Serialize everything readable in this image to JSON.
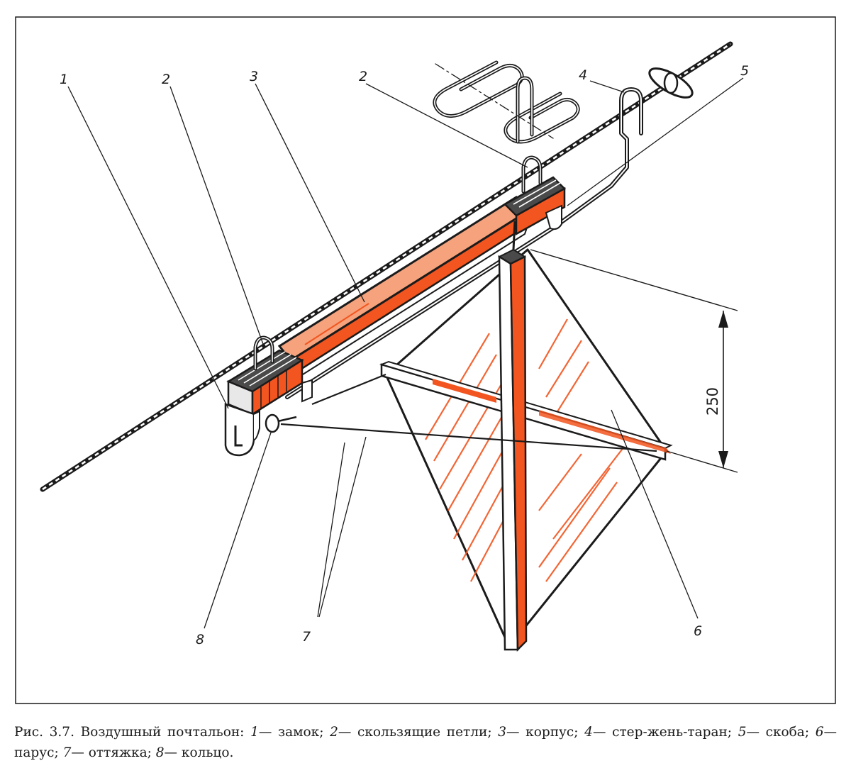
{
  "figure": {
    "callouts": {
      "c1": "1",
      "c2a": "2",
      "c3": "3",
      "c2b": "2",
      "c4": "4",
      "c5": "5",
      "c6": "6",
      "c7": "7",
      "c8": "8"
    },
    "dimension": "250",
    "colors": {
      "ink": "#1b1b1b",
      "accent": "#f2551f",
      "accent_light": "#f6a27c",
      "paper": "#ffffff"
    }
  },
  "caption": {
    "prefix": "Рис. 3.7. Воздушный почтальон: ",
    "items": [
      {
        "num": "1",
        "text": "— замок; "
      },
      {
        "num": "2",
        "text": "— скользящие петли; "
      },
      {
        "num": "3",
        "text": "— корпус; "
      },
      {
        "num": "4",
        "text": "— стер-жень-таран; "
      },
      {
        "num": "5",
        "text": "— скоба; "
      },
      {
        "num": "6",
        "text": "— парус; "
      },
      {
        "num": "7",
        "text": "— оттяжка; "
      },
      {
        "num": "8",
        "text": "— кольцо."
      }
    ]
  }
}
